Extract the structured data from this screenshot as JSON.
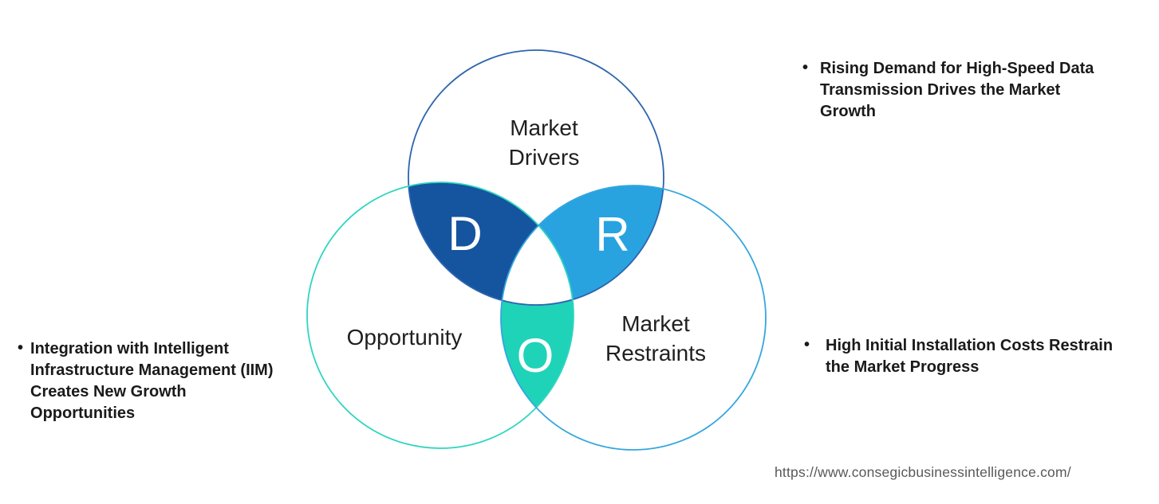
{
  "diagram": {
    "top_label_lines": [
      "Market",
      "Drivers"
    ],
    "left_label": "Opportunity",
    "right_label_lines": [
      "Market",
      "Restraints"
    ],
    "overlap_letters": {
      "drivers": "D",
      "restraints": "R",
      "opportunity": "O"
    },
    "colors": {
      "drivers_overlap_fill": "#15549f",
      "restraints_overlap_fill": "#29a3e0",
      "opportunity_overlap_fill": "#1ed3b8",
      "drivers_circle_stroke": "#2d64ad",
      "opportunity_circle_stroke": "#2fd5c0",
      "restraints_circle_stroke": "#35a6de"
    }
  },
  "annotations": {
    "driver_bullet": {
      "marker": "•",
      "lines": [
        "Rising Demand for High-Speed Data",
        "Transmission Drives the Market",
        "Growth"
      ]
    },
    "opportunity_bullet": {
      "marker": "•",
      "lines": [
        "Integration with Intelligent",
        "Infrastructure Management (IIM)",
        "Creates New Growth",
        "Opportunities"
      ]
    },
    "restraint_bullet": {
      "marker": "•",
      "lines": [
        "High Initial Installation Costs Restrain",
        "the Market Progress"
      ]
    }
  },
  "footer": {
    "url": "https://www.consegicbusinessintelligence.com/"
  }
}
